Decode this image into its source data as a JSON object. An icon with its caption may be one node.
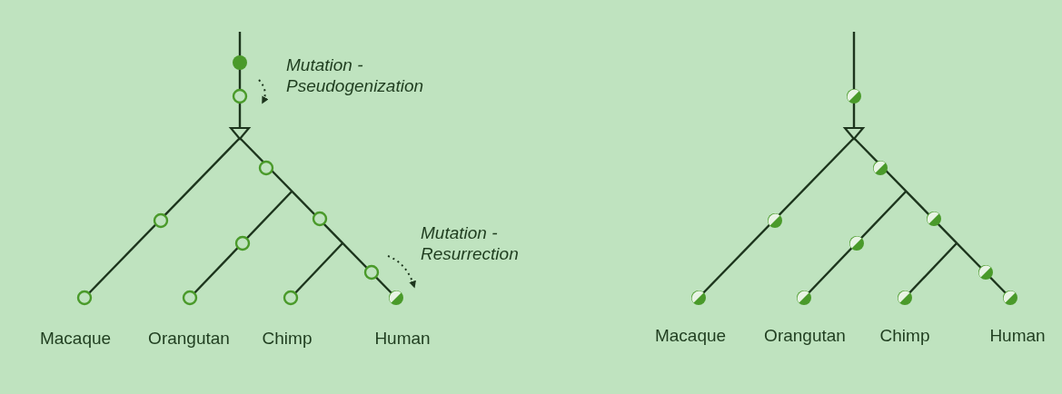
{
  "diagram": {
    "labels": [
      "Mutation - Pseudogenization",
      "Mutation - Resurrection",
      "Macaque",
      "Orangutan",
      "Chimp",
      "Human",
      "Macaque",
      "Orangutan",
      "Chimp",
      "Human"
    ]
  }
}
